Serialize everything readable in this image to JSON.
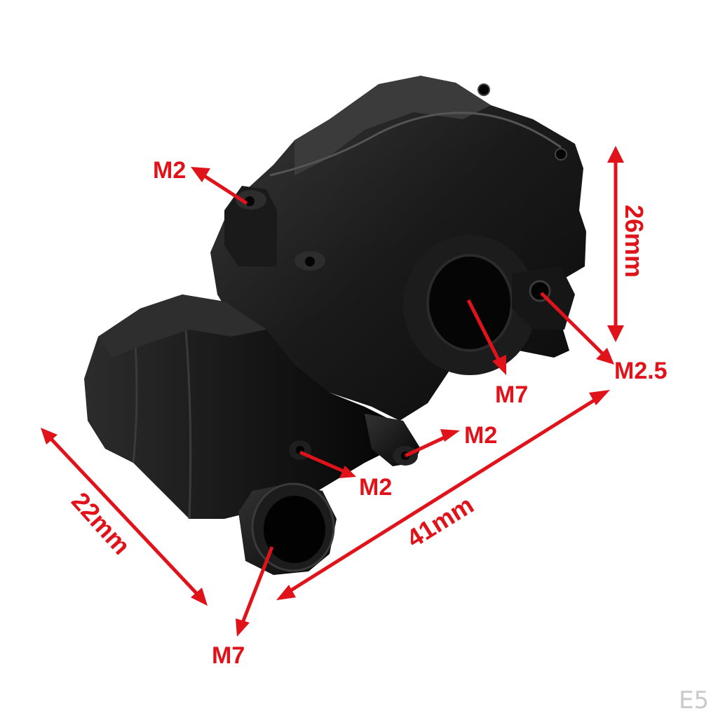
{
  "colors": {
    "annotation": "#e0121a",
    "part": "#101010",
    "background": "#ffffff",
    "watermark": "#c9c9c9"
  },
  "product": {
    "description_icon": "rc-gearbox-housing"
  },
  "thread_labels": {
    "top_left": "M2",
    "center_bore": "M7",
    "right_mount": "M2.5",
    "lower_small_tube": "M2",
    "lower_left_hole": "M2",
    "bottom_bore": "M7"
  },
  "dimensions": {
    "height": "26mm",
    "length": "41mm",
    "width": "22mm"
  },
  "watermark": "E5"
}
